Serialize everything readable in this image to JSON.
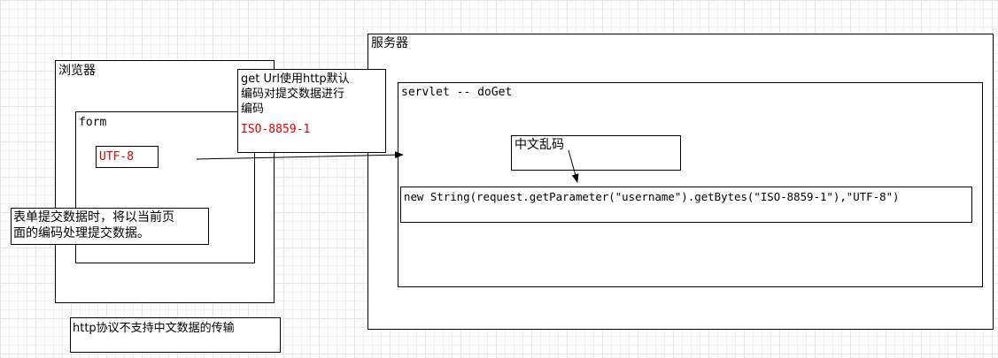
{
  "browser": {
    "title": "浏览器"
  },
  "form": {
    "title": "form",
    "charset": "UTF-8"
  },
  "form_note": {
    "line1": "表单提交数据时，将以当前页",
    "line2": "面的编码处理提交数据。"
  },
  "http_note": {
    "text": "http协议不支持中文数据的传输"
  },
  "get_note": {
    "line1": "get Url使用http默认",
    "line2": "编码对提交数据进行",
    "line3": "编码",
    "encoding": "ISO-8859-1"
  },
  "server": {
    "title": "服务器"
  },
  "servlet": {
    "title": "servlet -- doGet"
  },
  "garbled_note": {
    "text": "中文乱码"
  },
  "fix_code": {
    "text": "new String(request.getParameter(\"username\").getBytes(\"ISO-8859-1\"),\"UTF-8\")"
  },
  "colors": {
    "encoding_red": "#e00000",
    "grid_line": "#e4e4e4",
    "border": "#000000"
  }
}
